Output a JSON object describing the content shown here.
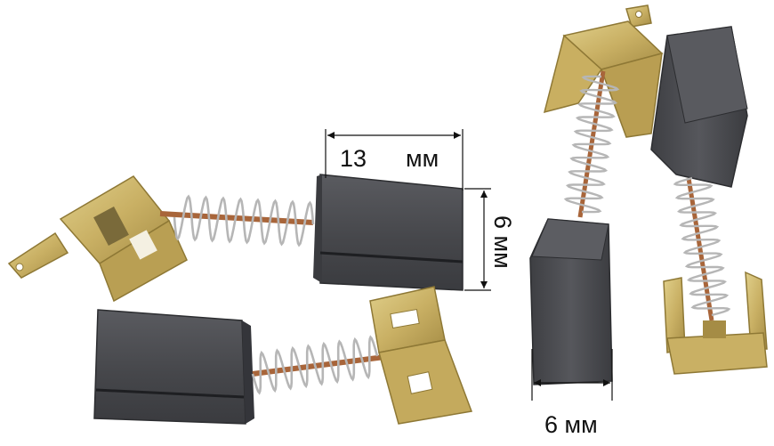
{
  "dimensions": {
    "length": {
      "value": "13",
      "unit": "мм"
    },
    "height": {
      "value": "6",
      "unit": "мм"
    },
    "width": {
      "value": "6",
      "unit": "мм"
    }
  },
  "colors": {
    "carbon": "#4b4c50",
    "carbon_dark": "#2c2d30",
    "brass": "#cbb46a",
    "brass_dark": "#9c8640",
    "copper": "#a8653a",
    "spring": "#b6b6b6"
  }
}
